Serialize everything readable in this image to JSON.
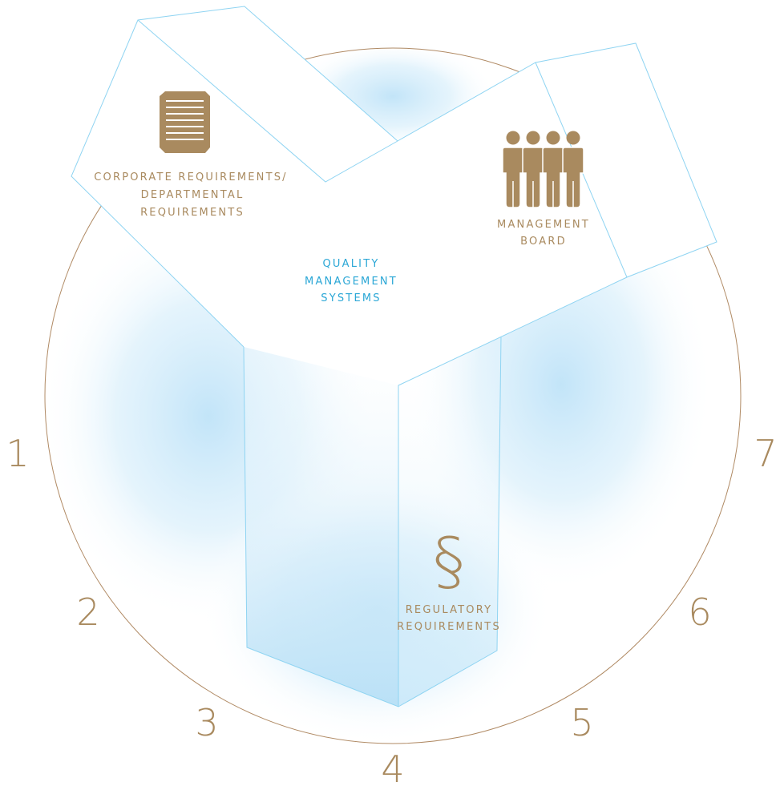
{
  "colors": {
    "gold": "#a98a5f",
    "cyan": "#2ba7d6",
    "edge": "#8fd4f2",
    "glow": "#cfe9f9",
    "ring": "#b08a64"
  },
  "center_label": [
    "QUALITY",
    "MANAGEMENT",
    "SYSTEMS"
  ],
  "branches": {
    "corporate": {
      "icon": "document-icon",
      "lines": [
        "CORPORATE REQUIREMENTS/",
        "DEPARTMENTAL",
        "REQUIREMENTS"
      ]
    },
    "management": {
      "icon": "people-group-icon",
      "lines": [
        "MANAGEMENT",
        "BOARD"
      ]
    },
    "regulatory": {
      "icon": "paragraph-section-icon",
      "symbol": "§",
      "lines": [
        "REGULATORY",
        "REQUIREMENTS"
      ]
    }
  },
  "ring_numbers": [
    "1",
    "2",
    "3",
    "4",
    "5",
    "6",
    "7"
  ]
}
